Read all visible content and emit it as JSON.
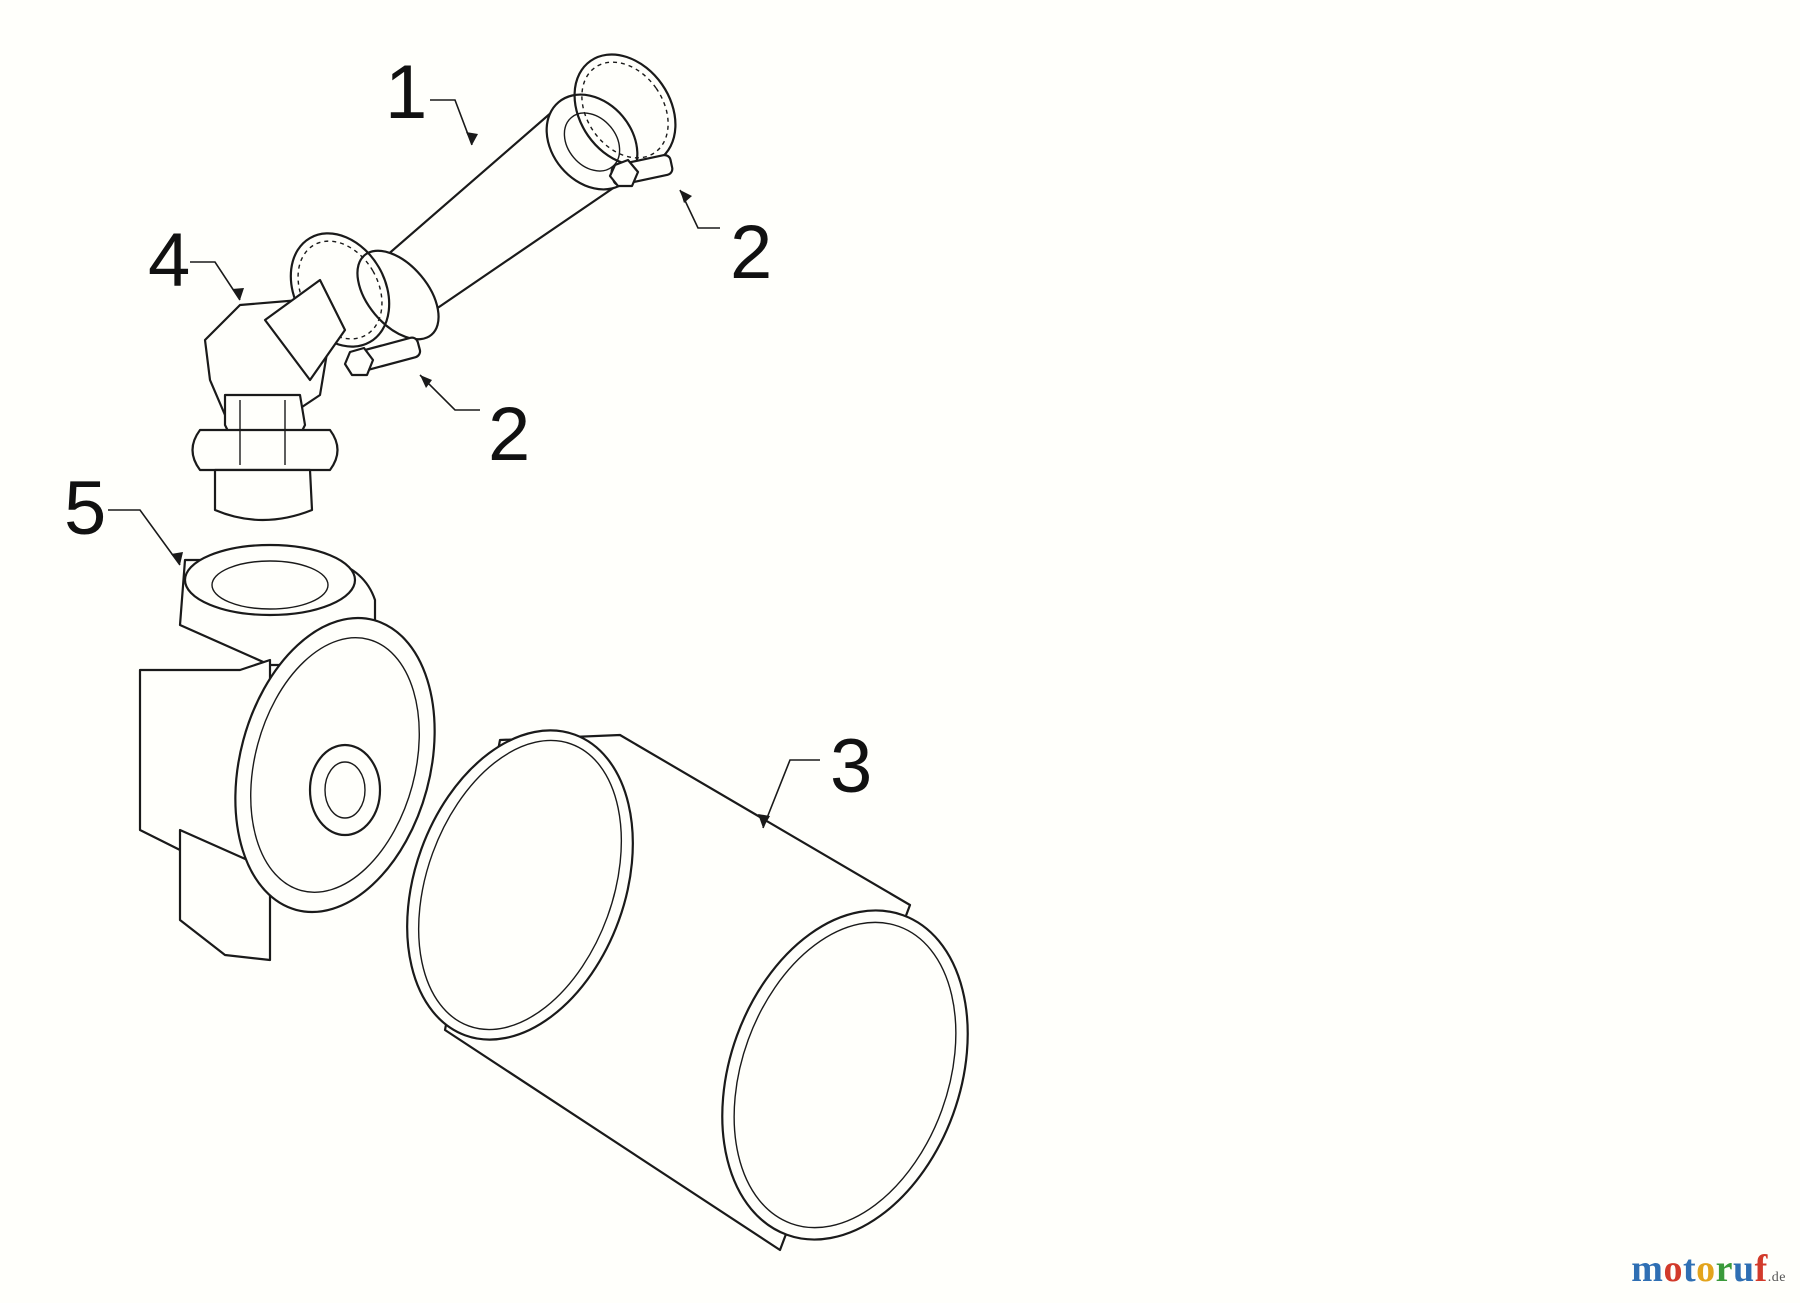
{
  "callouts": {
    "hose": "1",
    "clamp_upper": "2",
    "clamp_lower": "2",
    "filter": "3",
    "elbow_fitting": "4",
    "filter_head": "5"
  },
  "watermark": {
    "letters": [
      {
        "ch": "m",
        "color": "#2f6fb3"
      },
      {
        "ch": "o",
        "color": "#d23a2a"
      },
      {
        "ch": "t",
        "color": "#2f6fb3"
      },
      {
        "ch": "o",
        "color": "#e3a41b"
      },
      {
        "ch": "r",
        "color": "#3a9a3a"
      },
      {
        "ch": "u",
        "color": "#2f6fb3"
      },
      {
        "ch": "f",
        "color": "#d23a2a"
      }
    ],
    "tld": ".de"
  },
  "colors": {
    "line": "#1a1a1a",
    "background": "#fffffb"
  }
}
